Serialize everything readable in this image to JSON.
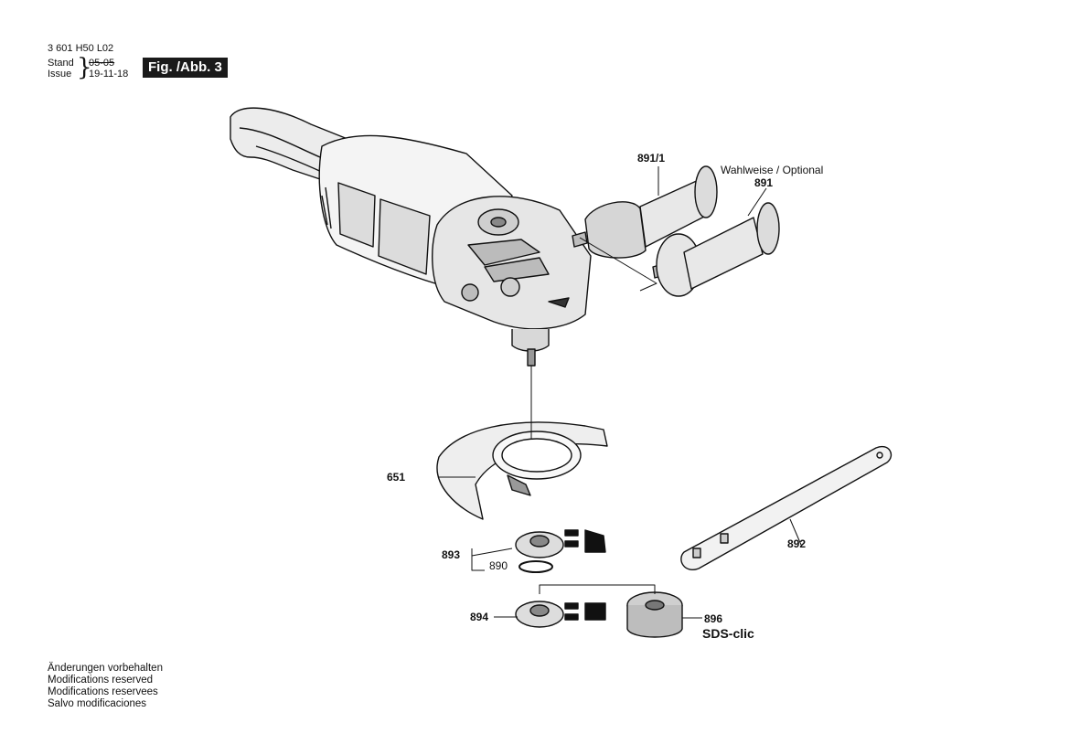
{
  "header": {
    "doc_number": "3 601 H50 L02",
    "stand_label": "Stand",
    "issue_label": "Issue",
    "stand_date": "05-05",
    "issue_date": "19-11-18",
    "figure_label": "Fig. /Abb. 3"
  },
  "parts": {
    "p891_1": "891/1",
    "optional_note": "Wahlweise / Optional",
    "p891": "891",
    "p651": "651",
    "p892": "892",
    "p893": "893",
    "p890": "890",
    "p894": "894",
    "p896": "896",
    "sds_clic": "SDS-clic"
  },
  "footer": {
    "lines": [
      "Änderungen vorbehalten",
      "Modifications reserved",
      "Modifications reservees",
      "Salvo modificaciones"
    ]
  }
}
